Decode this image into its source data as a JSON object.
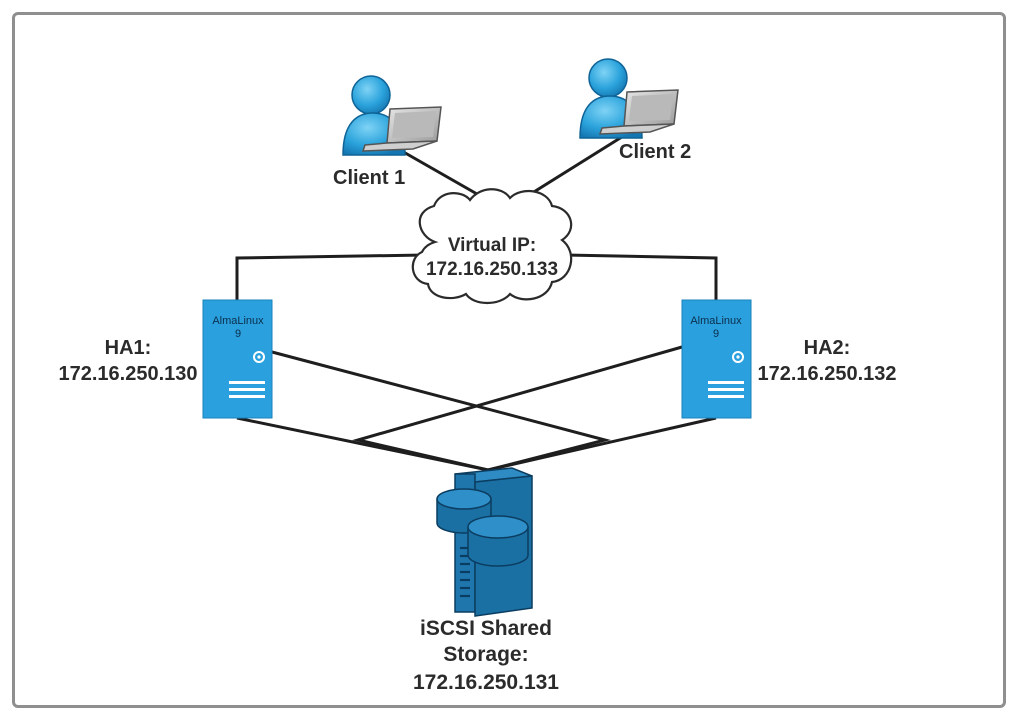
{
  "clients": [
    {
      "label": "Client 1"
    },
    {
      "label": "Client 2"
    }
  ],
  "virtual_ip": {
    "title": "Virtual IP:",
    "address": "172.16.250.133"
  },
  "nodes": [
    {
      "os_name": "AlmaLinux",
      "os_version": "9",
      "name": "HA1:",
      "address": "172.16.250.130"
    },
    {
      "os_name": "AlmaLinux",
      "os_version": "9",
      "name": "HA2:",
      "address": "172.16.250.132"
    }
  ],
  "storage": {
    "line1": "iSCSI Shared",
    "line2": "Storage:",
    "address": "172.16.250.131"
  },
  "colors": {
    "server_blue": "#2aa1de",
    "storage_blue": "#1a6fa3",
    "line": "#1e1e1e",
    "frame": "#8f8f8f"
  }
}
